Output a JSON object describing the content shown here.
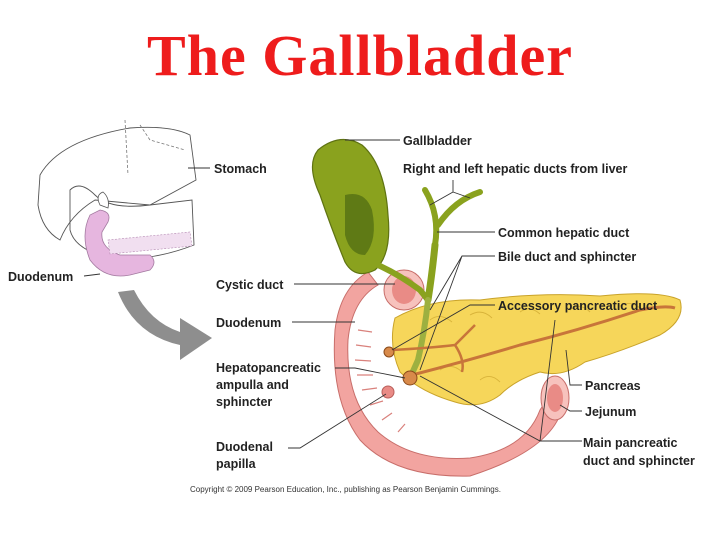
{
  "title": "The Gallbladder",
  "labels": {
    "stomach": "Stomach",
    "duodenum_left": "Duodenum",
    "gallbladder": "Gallbladder",
    "hepatic_ducts": "Right and left hepatic ducts from liver",
    "common_hepatic": "Common hepatic duct",
    "bile_duct": "Bile duct and sphincter",
    "cystic_duct": "Cystic duct",
    "accessory_duct": "Accessory pancreatic duct",
    "duodenum": "Duodenum",
    "hepato_1": "Hepatopancreatic",
    "hepato_2": "ampulla and",
    "hepato_3": "sphincter",
    "pancreas": "Pancreas",
    "jejunum": "Jejunum",
    "main_duct_1": "Main pancreatic",
    "main_duct_2": "duct and sphincter",
    "papilla_1": "Duodenal",
    "papilla_2": "papilla"
  },
  "copyright": "Copyright © 2009 Pearson Education, Inc., publishing as Pearson Benjamin Cummings.",
  "colors": {
    "title": "#ee1c1c",
    "gallbladder": "#8aa21e",
    "pancreas": "#f6d65a",
    "duodenum": "#f2a4a0",
    "duct": "#c8753a",
    "inset_duodenum": "#e6b6df"
  }
}
